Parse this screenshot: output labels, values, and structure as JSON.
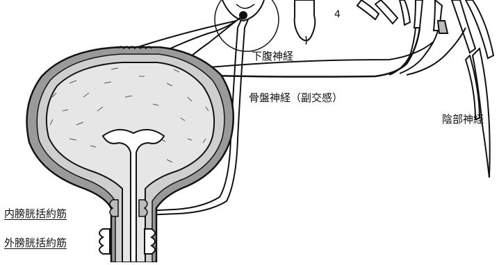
{
  "labels": {
    "hypogastric": "下腹神経",
    "pelvic": "骨盤神経（副交感）",
    "pudendal": "陰部神経",
    "internal_sphincter": "内膀胱括約筋",
    "external_sphincter": "外膀胱括約筋",
    "vertebra_number": "4"
  },
  "colors": {
    "line": "#111111",
    "wall": "#9a9a9a",
    "lumen": "#d6d6d6",
    "background": "#ffffff"
  }
}
